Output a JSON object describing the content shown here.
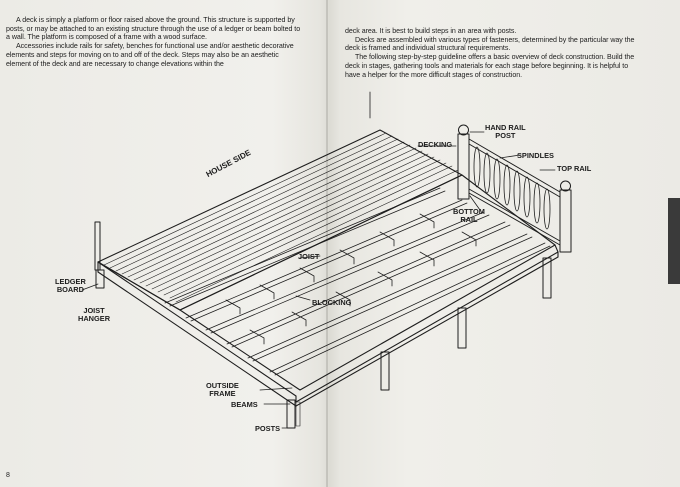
{
  "left_column": {
    "para1": "A deck is simply a platform or floor raised above the ground. This structure is supported by posts, or may be attached to an existing structure through the use of a ledger or beam bolted to a wall. The platform is composed of a frame with a wood surface.",
    "para2": "Accessories include rails for safety, benches for functional use and/or aesthetic decorative elements and steps for moving on to and off of the deck. Steps may also be an aesthetic element of the deck and are necessary to change elevations within the"
  },
  "right_column": {
    "para1": "deck area. It is best to build steps in an area with posts.",
    "para2": "Decks are assembled with various types of fasteners, determined by the particular way the deck is framed and individual structural requirements.",
    "para3": "The following step-by-step guideline offers a basic overview of deck construction. Build the deck in stages, gathering tools and materials for each stage before beginning. It is helpful to have a helper for the more difficult stages of construction."
  },
  "diagram_labels": {
    "house_side": "HOUSE SIDE",
    "decking": "DECKING",
    "hand_rail_post_1": "HAND RAIL",
    "hand_rail_post_2": "POST",
    "spindles": "SPINDLES",
    "top_rail": "TOP RAIL",
    "bottom_rail_1": "BOTTOM",
    "bottom_rail_2": "RAIL",
    "joist": "JOIST",
    "blocking": "BLOCKING",
    "ledger_board_1": "LEDGER",
    "ledger_board_2": "BOARD",
    "joist_hanger_1": "JOIST",
    "joist_hanger_2": "HANGER",
    "outside_frame_1": "OUTSIDE",
    "outside_frame_2": "FRAME",
    "beams": "BEAMS",
    "posts": "POSTS"
  },
  "page_number": "8"
}
